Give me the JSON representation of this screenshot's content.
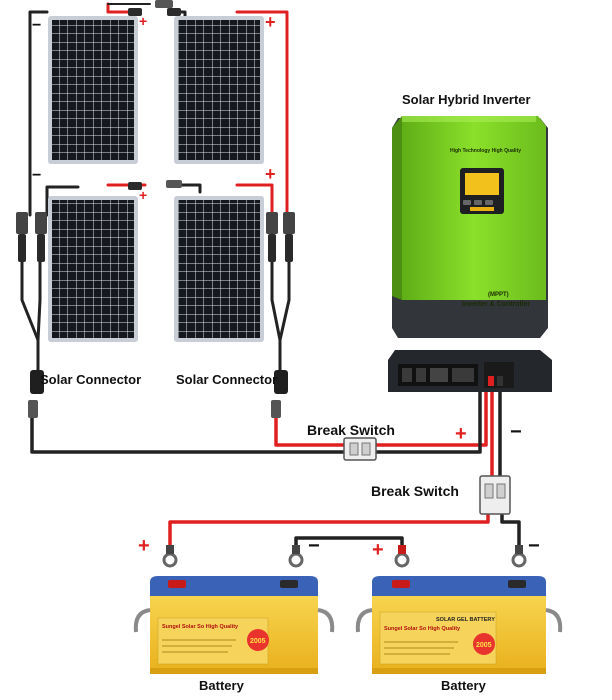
{
  "labels": {
    "inverter_title": "Solar Hybrid Inverter",
    "inverter_tagline": "High Technology High Quality",
    "inverter_mppt": "(MPPT)",
    "inverter_controller": "Inverter & Controller",
    "connector_left": "Solar Connector",
    "connector_right": "Solar Connector",
    "break_switch_1": "Break Switch",
    "break_switch_2": "Break Switch",
    "battery_left": "Battery",
    "battery_right": "Battery",
    "battery_right_brand": "SOLAR GEL BATTERY",
    "battery_brand_line": "Sungel Solar  So High Quality",
    "battery_seal": "2005"
  },
  "symbols": {
    "plus": "+",
    "minus": "−"
  },
  "colors": {
    "positive_wire": "#e02020",
    "negative_wire": "#222222",
    "inverter_green": "#7ed321",
    "inverter_dark": "#3a3d42",
    "battery_yellow": "#f2c230",
    "panel_cell": "#15181f",
    "panel_grid": "#e6e8ec"
  }
}
